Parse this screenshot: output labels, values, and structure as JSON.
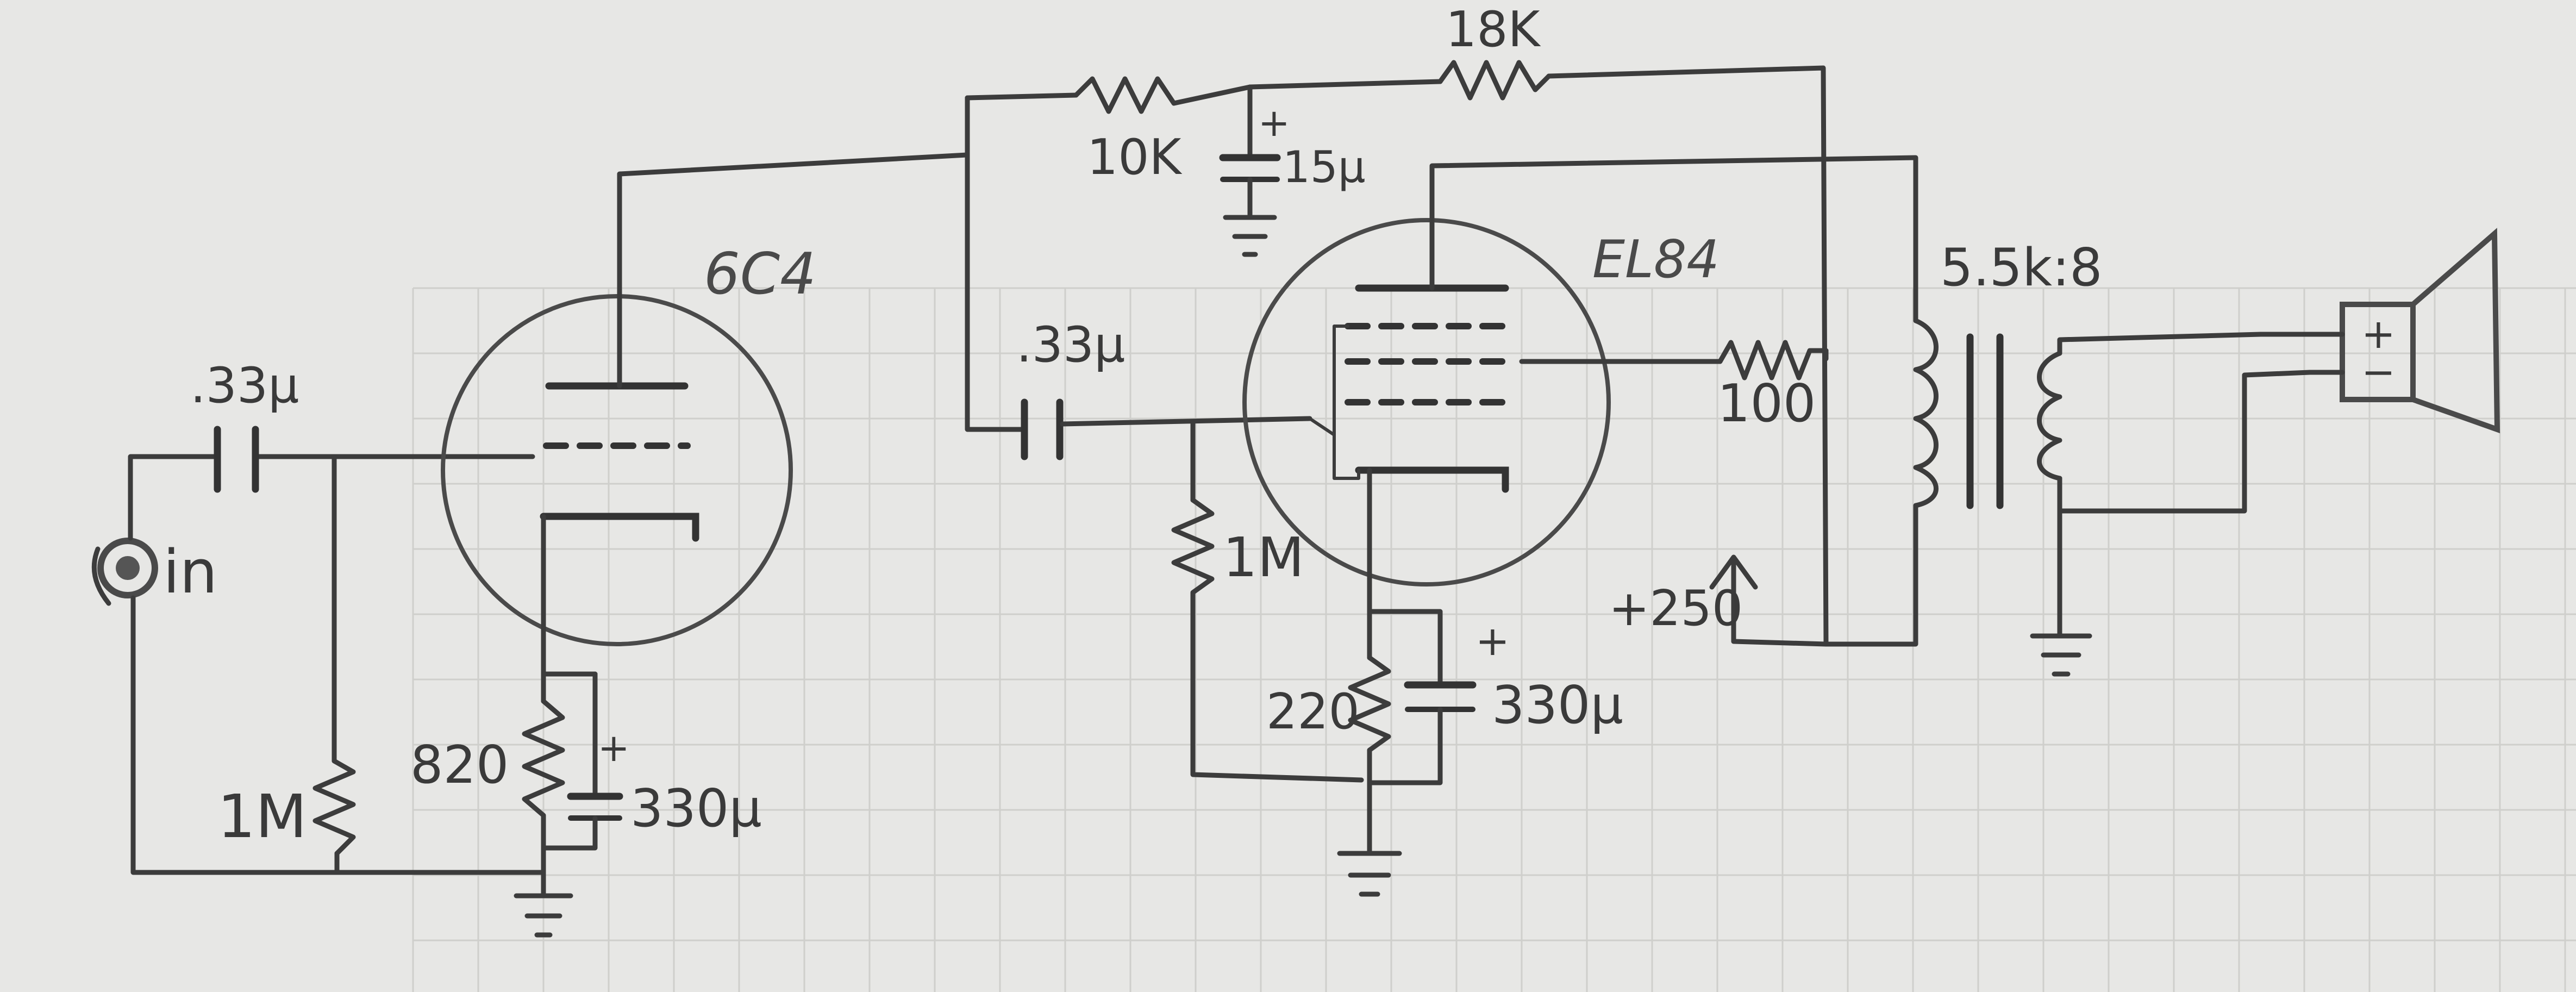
{
  "labels": {
    "tube1": "6C4",
    "tube2": "EL84",
    "in_cap": ".33µ",
    "in_jack": "in",
    "in_res": "1M",
    "cath1_res": "820",
    "cath1_cap": "330µ",
    "couple_cap": ".33µ",
    "grid2_res": "1M",
    "cath2_res": "220",
    "cath2_cap": "330µ",
    "supply_res1": "10K",
    "supply_res2": "18K",
    "filter_cap": "15µ",
    "screen_res": "100",
    "b_plus": "+250",
    "transformer": "5.5k:8",
    "speaker_plus": "+",
    "speaker_minus": "−",
    "cap_plus": "+"
  },
  "colors": {
    "paper": "#e7e7e5",
    "pencil": "#3c3c3c",
    "grid": "#cfcfcc"
  }
}
